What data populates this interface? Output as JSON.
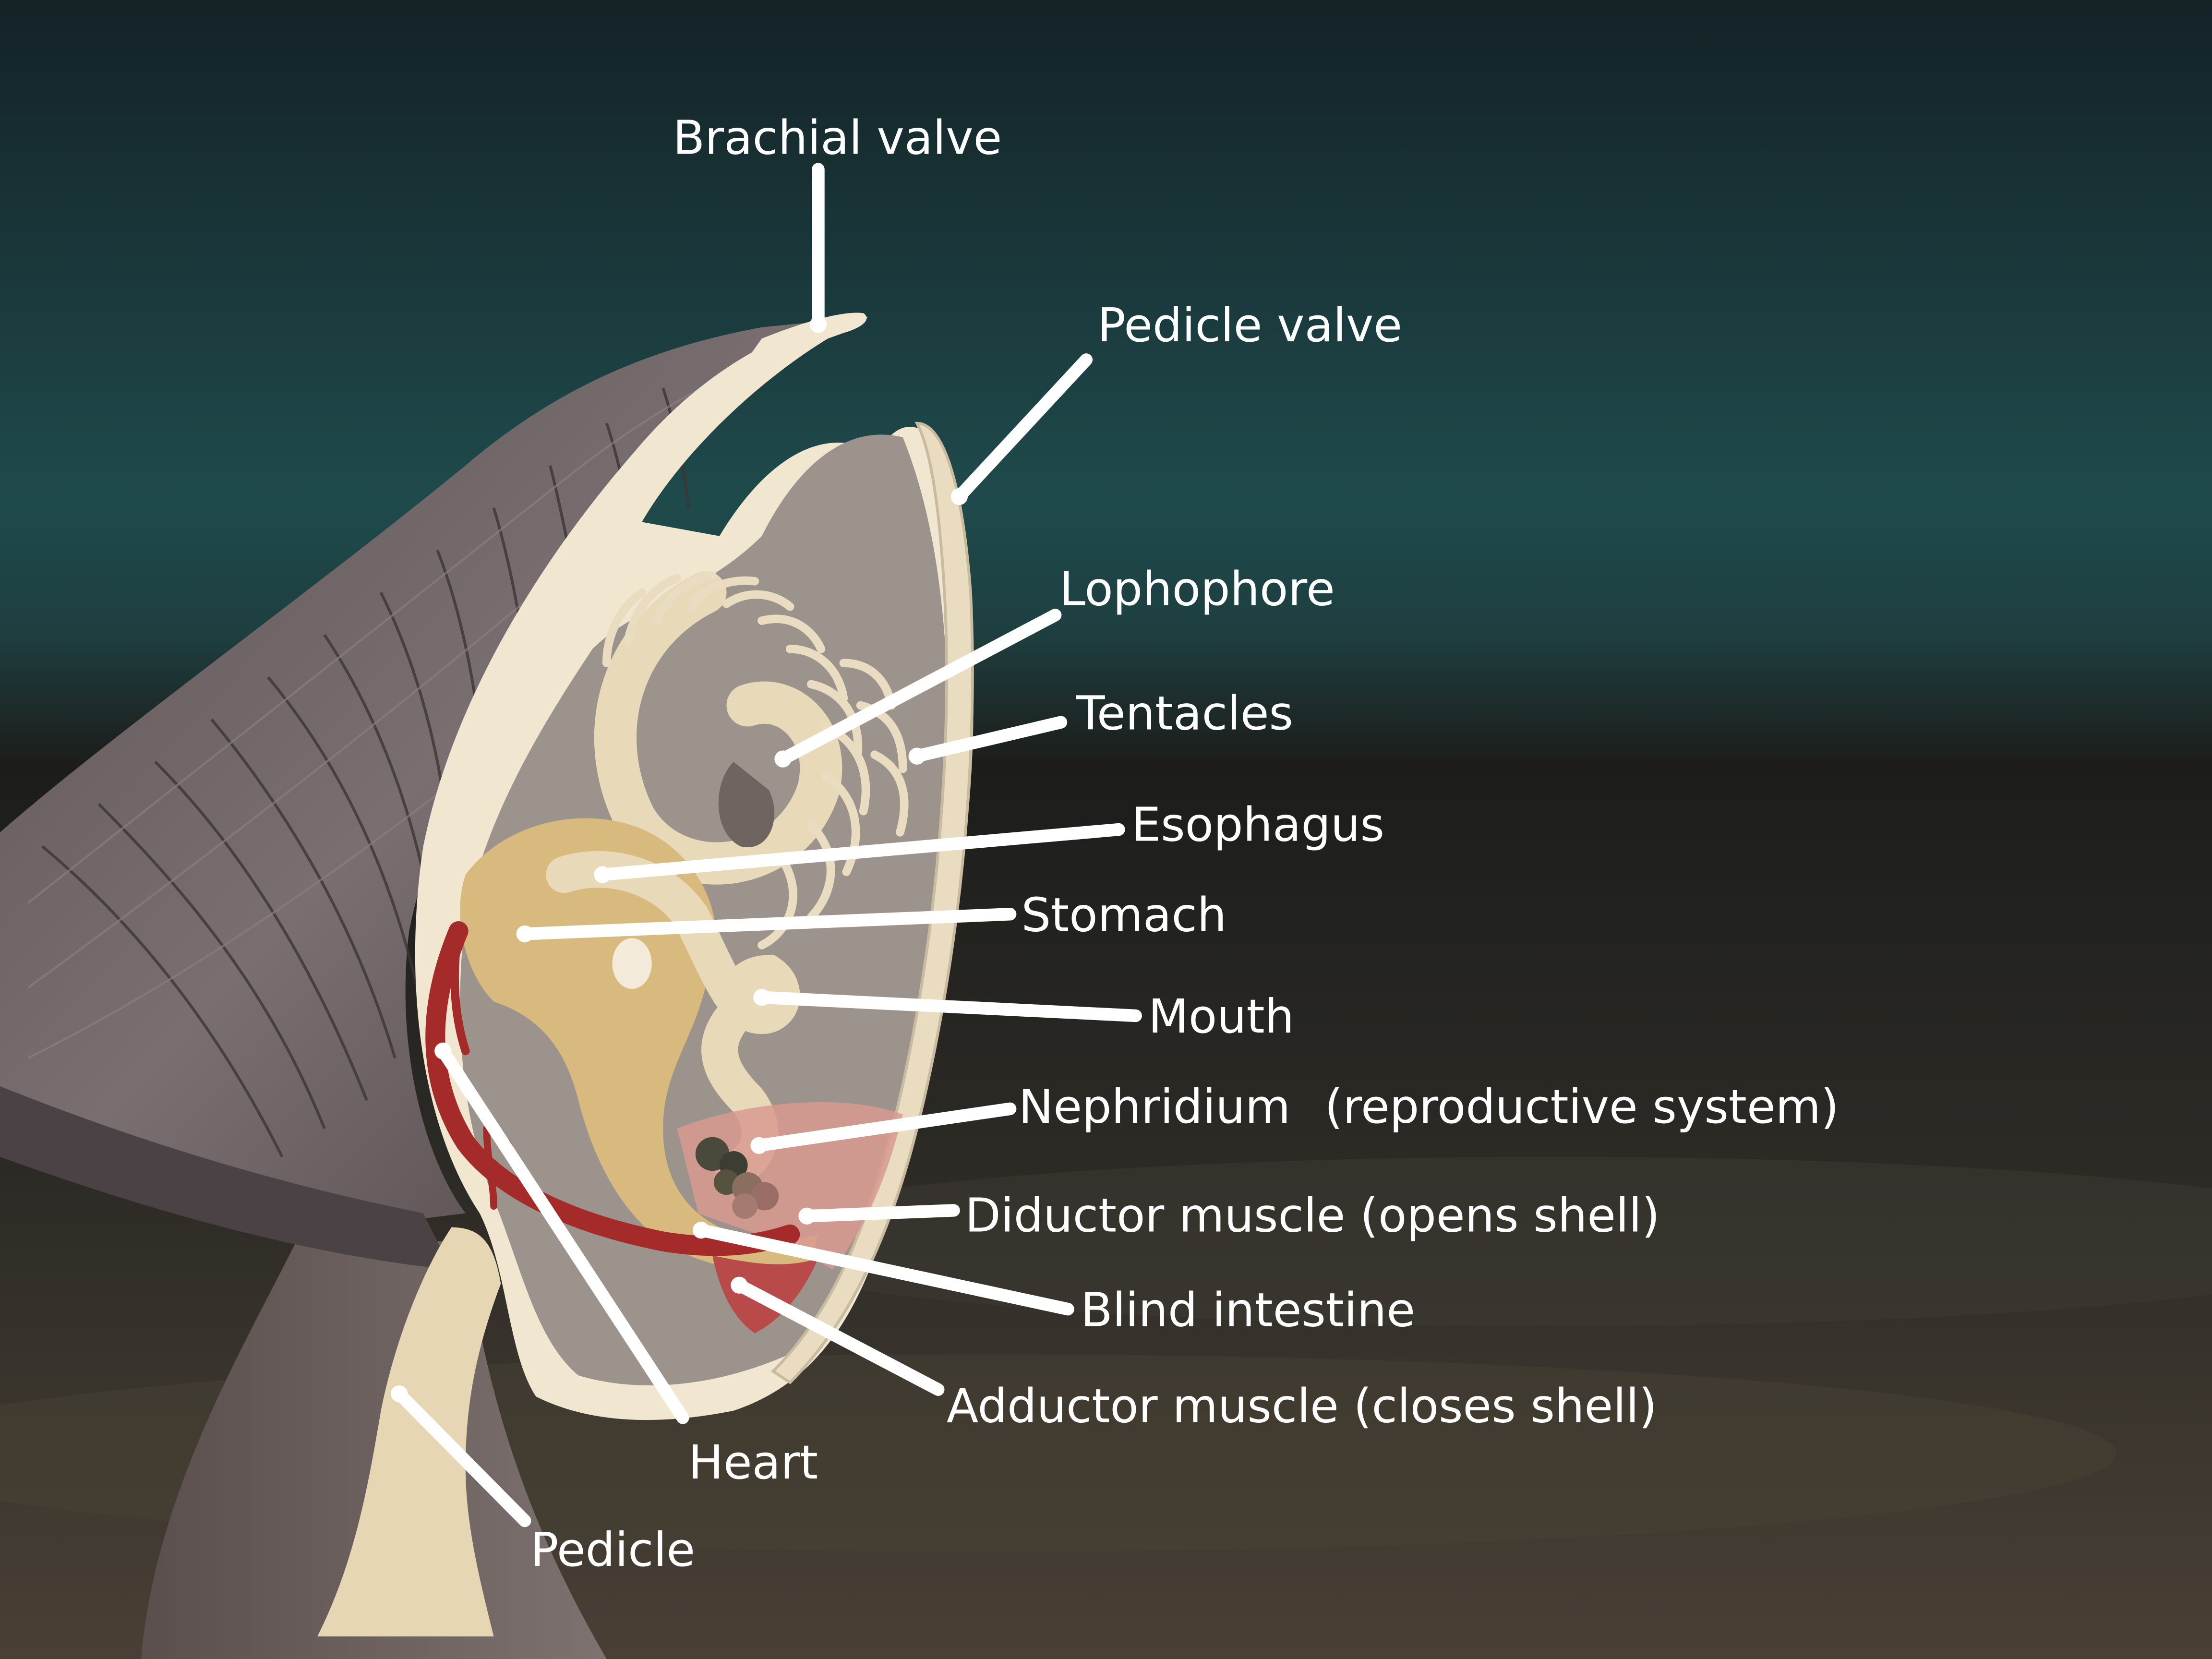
{
  "labels": {
    "brachial_valve": "Brachial valve",
    "pedicle_valve": "Pedicle valve",
    "lophophore": "Lophophore",
    "tentacles": "Tentacles",
    "esophagus": "Esophagus",
    "stomach": "Stomach",
    "mouth": "Mouth",
    "nephridium": "Nephridium",
    "nephridium_note": "(reproductive system)",
    "diductor_muscle": "Diductor muscle (opens shell)",
    "blind_intestine": "Blind intestine",
    "adductor_muscle": "Adductor muscle (closes shell)",
    "heart": "Heart",
    "pedicle": "Pedicle"
  },
  "colors": {
    "sky_top": "#142226",
    "sky_mid": "#1f4a4c",
    "seafloor": "#2c2a25",
    "shell_ridged": "#6f6466",
    "shell_rim": "#f1e6d0",
    "mantle_cavity": "#9c938d",
    "tissue": "#e8d9b8",
    "stomach": "#d8ba7e",
    "blood": "#a52a2a",
    "muscle": "#d89a90",
    "pedicle": "#e6d6b3",
    "label_text": "#ffffff"
  }
}
